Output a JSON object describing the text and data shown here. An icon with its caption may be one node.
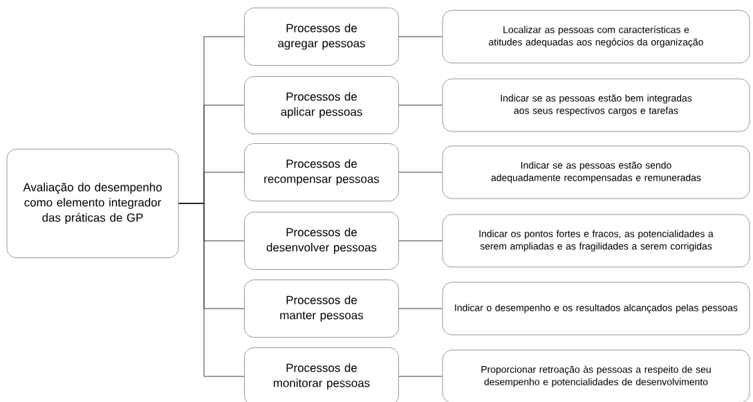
{
  "diagram": {
    "nodes": [
      {
        "text": [
          "Avaliação do desempenho como elemento integrador das práticas de GP"
        ]
      },
      {
        "text": [
          "Processos de agregar pessoas"
        ]
      },
      {
        "text": [
          "Processos de aplicar pessoas"
        ]
      },
      {
        "text": [
          "Processos de recompensar pessoas"
        ]
      },
      {
        "text": [
          "Processos de desenvolver pessoas"
        ]
      },
      {
        "text": [
          "Processos de manter pessoas"
        ]
      },
      {
        "text": [
          "Processos de monitorar pessoas"
        ]
      },
      {
        "text": [
          "Localizar as pessoas com características e atitudes adequadas aos negócios da organização"
        ]
      },
      {
        "text": [
          "Indicar se as pessoas estão bem integradas aos seus respectivos cargos e tarefas"
        ]
      },
      {
        "text": [
          "Indicar se as pessoas estão sendo adequadamente recompensadas e remuneradas"
        ]
      },
      {
        "text": [
          "Indicar os pontos fortes e fracos, as potencialidades a serem ampliadas e as fragilidades a serem corrigidas"
        ]
      },
      {
        "text": [
          "Indicar o desempenho e os resultados alcançados pelas pessoas"
        ]
      },
      {
        "text": [
          "Proporcionar retroação às pessoas a respeito de seu desempenho e potencialidades de desenvolvimento"
        ]
      }
    ],
    "edges": [
      {
        "from": 0,
        "to": 1,
        "arrow": "none"
      },
      {
        "from": 0,
        "to": 2,
        "arrow": "none"
      },
      {
        "from": 0,
        "to": 3,
        "arrow": "none"
      },
      {
        "from": 0,
        "to": 4,
        "arrow": "none"
      },
      {
        "from": 0,
        "to": 5,
        "arrow": "none"
      },
      {
        "from": 0,
        "to": 6,
        "arrow": "none"
      },
      {
        "from": 1,
        "to": 7,
        "arrow": "none"
      },
      {
        "from": 2,
        "to": 8,
        "arrow": "none"
      },
      {
        "from": 3,
        "to": 9,
        "arrow": "none"
      },
      {
        "from": 4,
        "to": 10,
        "arrow": "none"
      },
      {
        "from": 5,
        "to": 11,
        "arrow": "none"
      },
      {
        "from": 6,
        "to": 12,
        "arrow": "none"
      }
    ]
  }
}
